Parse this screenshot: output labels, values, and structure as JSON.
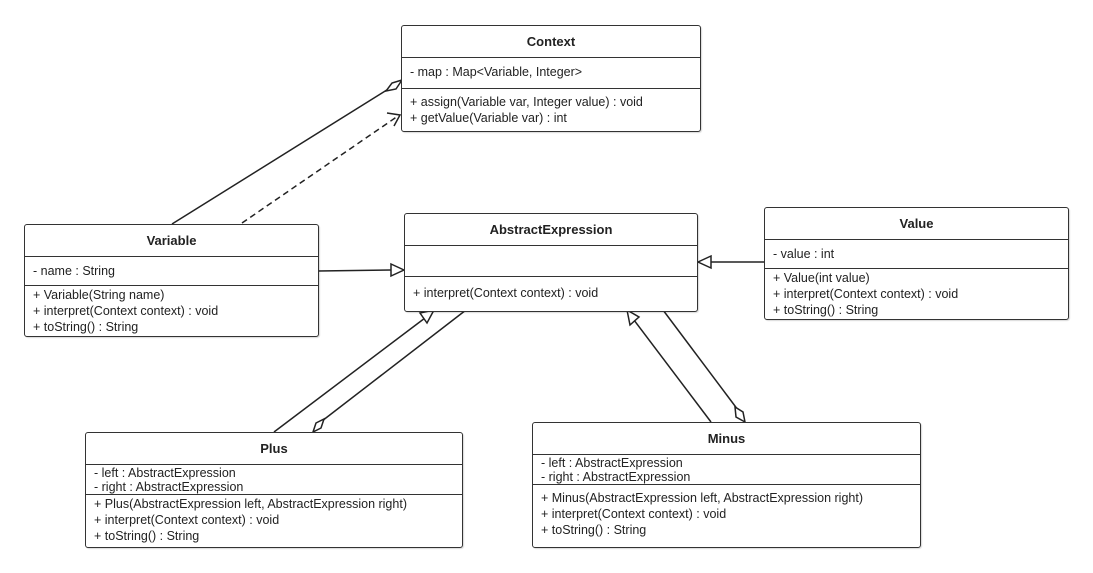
{
  "classes": {
    "context": {
      "name": "Context",
      "attributes": [
        "- map : Map<Variable, Integer>"
      ],
      "methods": [
        "+ assign(Variable var, Integer value) : void",
        "+ getValue(Variable var) : int"
      ]
    },
    "abstract_expression": {
      "name": "AbstractExpression",
      "attributes": [],
      "methods": [
        "+ interpret(Context context) : void"
      ]
    },
    "variable": {
      "name": "Variable",
      "attributes": [
        "- name : String"
      ],
      "methods": [
        "+ Variable(String name)",
        "+ interpret(Context context) : void",
        "+ toString() : String"
      ]
    },
    "value": {
      "name": "Value",
      "attributes": [
        "- value : int"
      ],
      "methods": [
        "+ Value(int value)",
        "+ interpret(Context context) : void",
        "+ toString() : String"
      ]
    },
    "plus": {
      "name": "Plus",
      "attributes": [
        "- left : AbstractExpression",
        "- right : AbstractExpression"
      ],
      "methods": [
        "+ Plus(AbstractExpression left, AbstractExpression right)",
        "+ interpret(Context context) : void",
        "+ toString() : String"
      ]
    },
    "minus": {
      "name": "Minus",
      "attributes": [
        "- left : AbstractExpression",
        "- right : AbstractExpression"
      ],
      "methods": [
        "+ Minus(AbstractExpression left, AbstractExpression right)",
        "+ interpret(Context context) : void",
        "+ toString() : String"
      ]
    }
  },
  "relationships": [
    {
      "kind": "aggregation",
      "from": "variable",
      "to": "context"
    },
    {
      "kind": "dependency",
      "from": "variable",
      "to": "context"
    },
    {
      "kind": "generalization",
      "from": "variable",
      "to": "abstract_expression"
    },
    {
      "kind": "generalization",
      "from": "value",
      "to": "abstract_expression"
    },
    {
      "kind": "generalization",
      "from": "plus",
      "to": "abstract_expression"
    },
    {
      "kind": "aggregation",
      "from": "abstract_expression",
      "to": "plus"
    },
    {
      "kind": "generalization",
      "from": "minus",
      "to": "abstract_expression"
    },
    {
      "kind": "aggregation",
      "from": "abstract_expression",
      "to": "minus"
    }
  ]
}
